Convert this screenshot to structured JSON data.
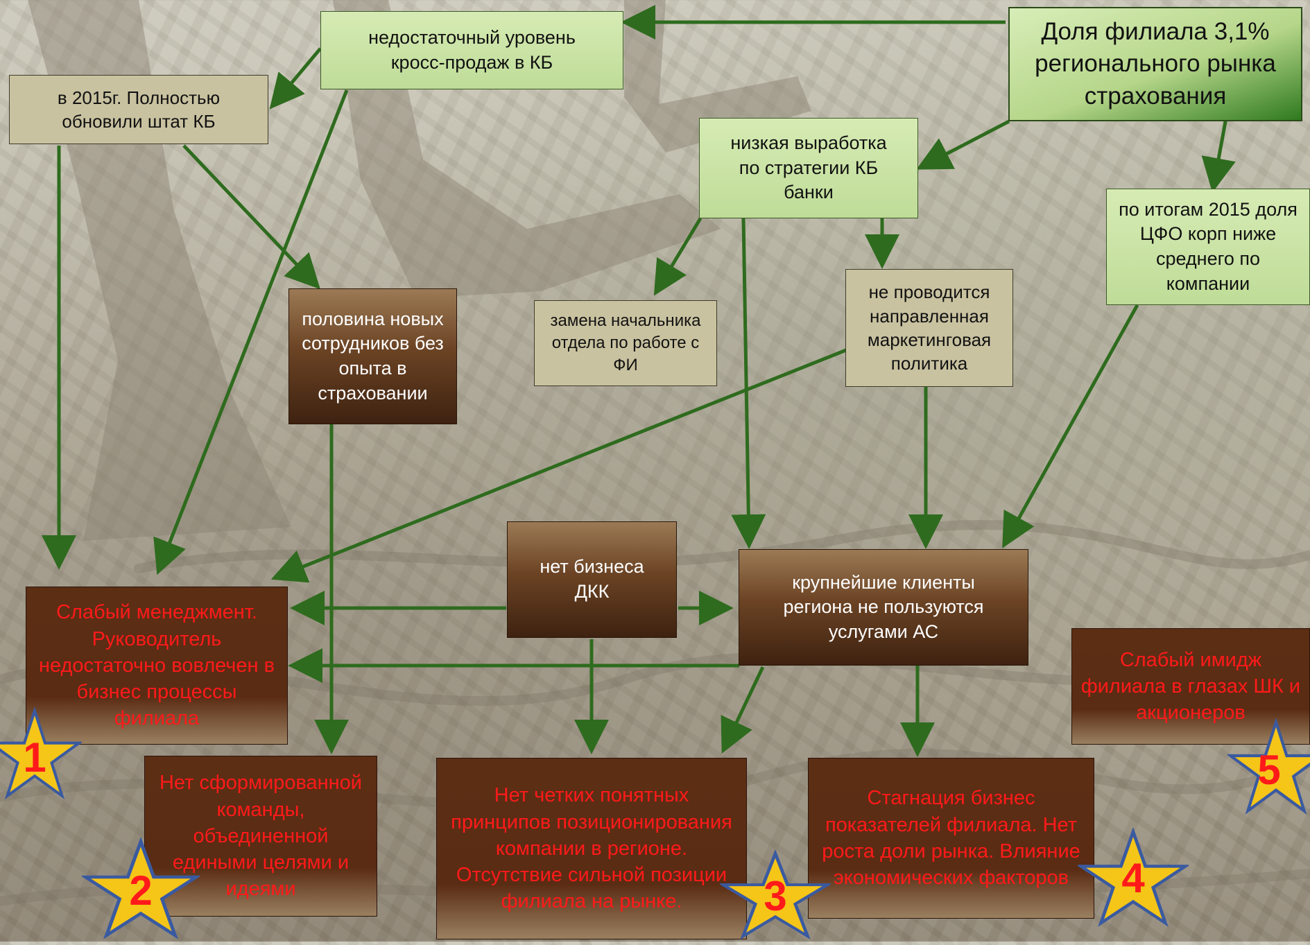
{
  "colors": {
    "arrow": "#2e6b1e",
    "red_text": "#ff1a1a",
    "star_fill": "#f5c518",
    "star_stroke": "#3a5aa0"
  },
  "nodes": {
    "share_goal": "Доля филиала 3,1% регионального рынка страхования",
    "cross_sales": "недостаточный уровень кросс-продаж в КБ",
    "staff_2015": "в 2015г. Полностью обновили штат КБ",
    "low_output": "низкая выработка по стратегии КБ банки",
    "cfo_share": "по итогам 2015 доля ЦФО корп ниже среднего по компании",
    "half_new": "половина новых сотрудников без опыта в страховании",
    "replace_head": "замена начальника отдела по работе с ФИ",
    "no_marketing": "не проводится направленная маркетинговая политика",
    "no_dkk": "нет бизнеса ДКК",
    "big_clients": "крупнейшие клиенты региона не пользуются услугами АС"
  },
  "problems": {
    "p1": "Слабый менеджмент. Руководитель недостаточно вовлечен в бизнес процессы филиала",
    "p2": "Нет сформированной команды, объединенной едиными целями и идеями",
    "p3": "Нет четких понятных принципов позиционирования компании в регионе. Отсутствие сильной позиции филиала на рынке.",
    "p4": "Стагнация бизнес показателей филиала. Нет роста доли рынка. Влияние экономических факторов",
    "p5": "Слабый имидж филиала в глазах ШК и акционеров"
  },
  "stars": {
    "s1": "1",
    "s2": "2",
    "s3": "3",
    "s4": "4",
    "s5": "5"
  }
}
